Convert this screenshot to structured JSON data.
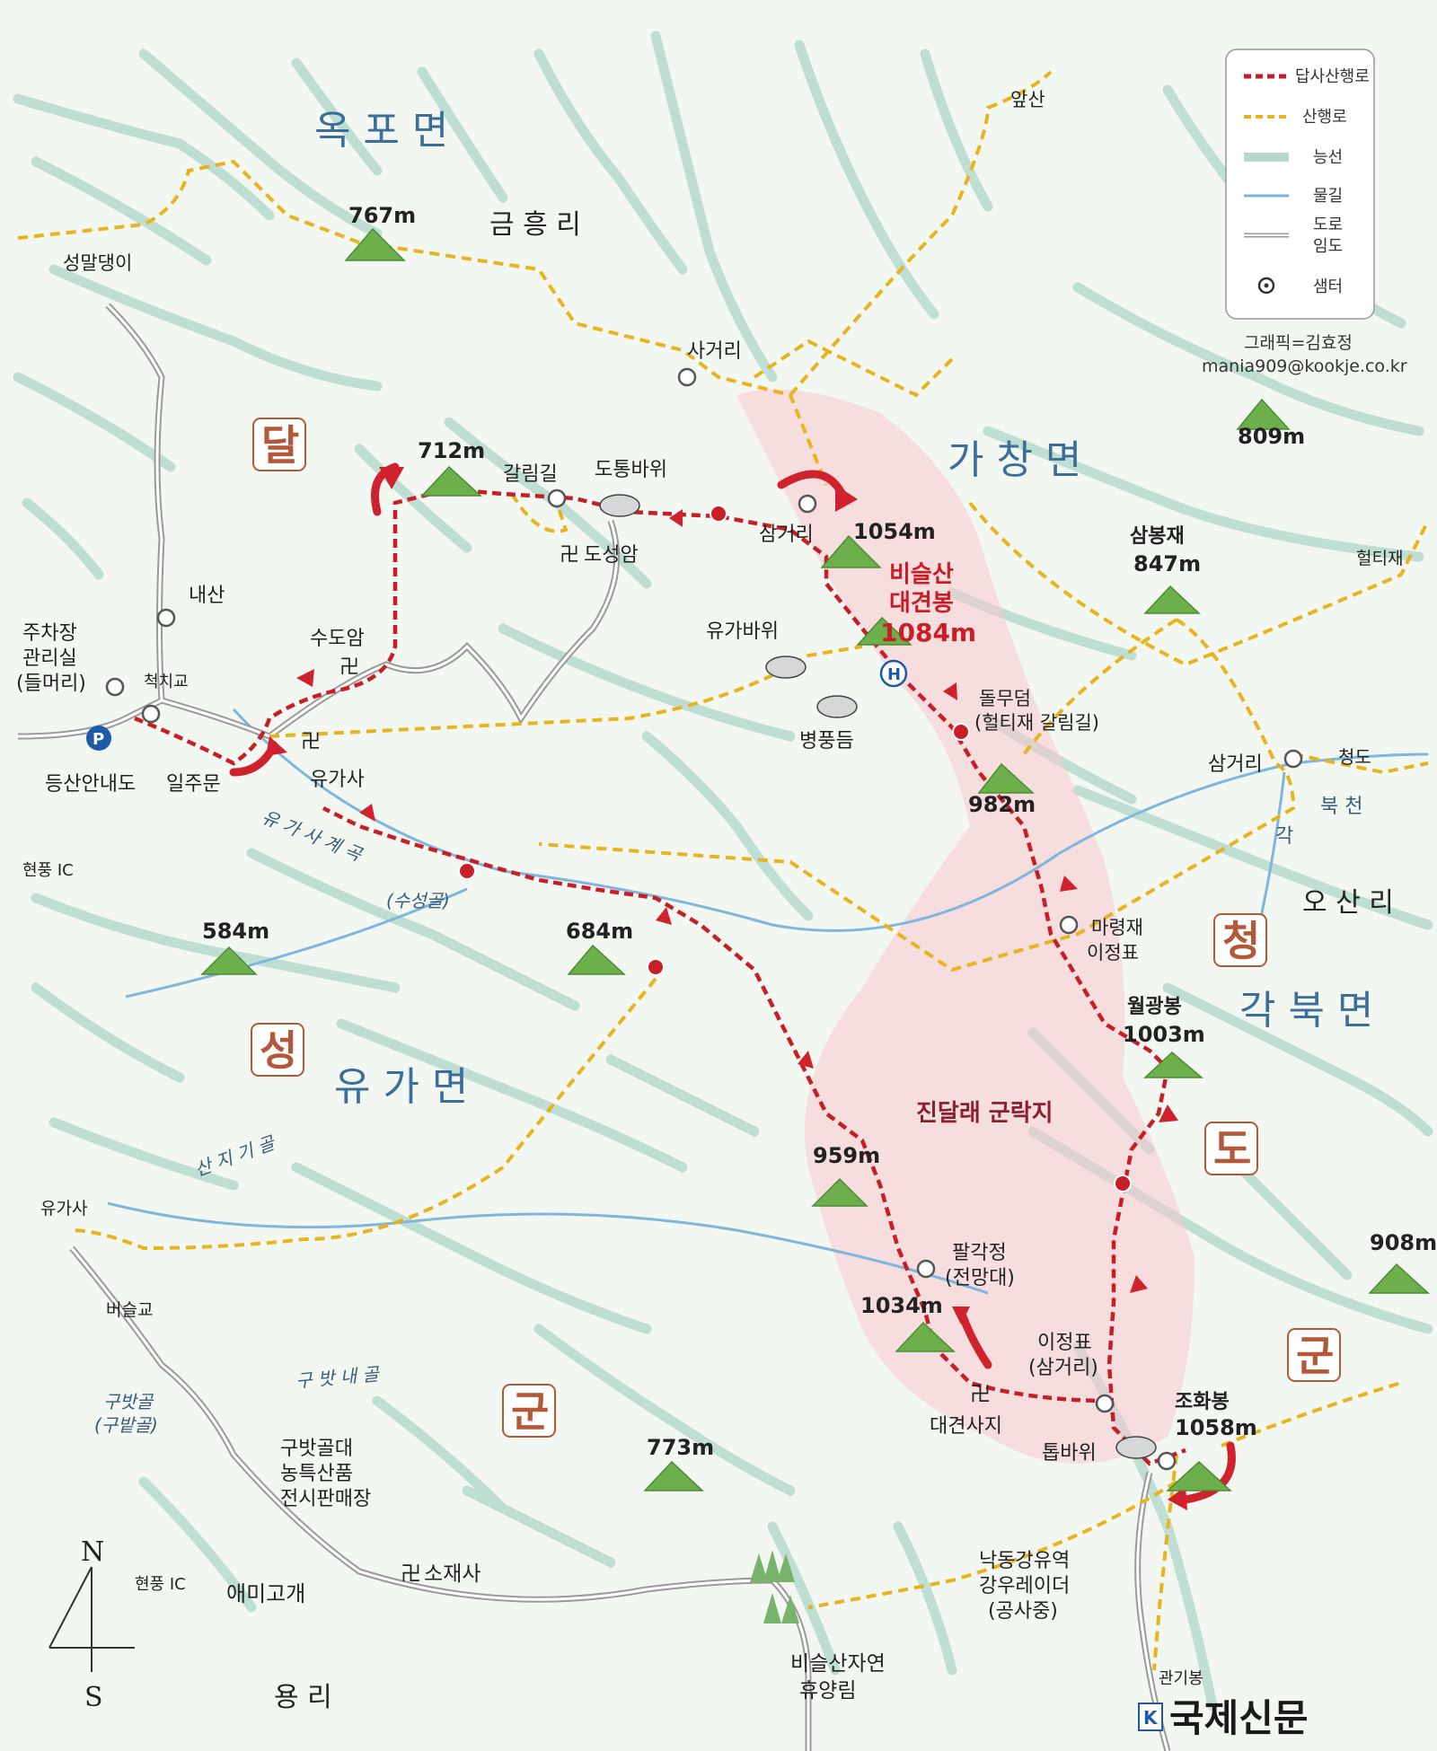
{
  "legend": {
    "items": [
      {
        "label": "답사산행로",
        "type": "red-dash",
        "color": "#c81e28"
      },
      {
        "label": "산행로",
        "type": "yellow-dash",
        "color": "#e8b41e"
      },
      {
        "label": "능선",
        "type": "ridge",
        "color": "#b8d8cc"
      },
      {
        "label": "물길",
        "type": "water",
        "color": "#7ab4dc"
      },
      {
        "label": "도로\n임도",
        "type": "road",
        "color": "#999999"
      },
      {
        "label": "샘터",
        "type": "spring",
        "color": "#333333"
      }
    ]
  },
  "credit": {
    "line1": "그래픽=김효정",
    "line2": "mania909@kookje.co.kr"
  },
  "brand": {
    "name": "국제신문",
    "logo_letter": "K"
  },
  "compass": {
    "north": "N",
    "south": "S"
  },
  "districts": {
    "okpo": "옥 포 면",
    "gachang": "가 창 면",
    "yuga": "유 가 면",
    "gakbuk": "각 북 면"
  },
  "regions": {
    "dal": "달",
    "seong": "성",
    "gun_left": "군",
    "cheong": "청",
    "do": "도",
    "gun_right": "군"
  },
  "villages": {
    "geumheung": "금 흥 리",
    "osan": "오 산 리",
    "yong": "용 리"
  },
  "peaks": [
    {
      "label": "767m",
      "sub": ""
    },
    {
      "label": "712m",
      "sub": ""
    },
    {
      "label": "1054m",
      "sub": ""
    },
    {
      "label": "809m",
      "sub": ""
    },
    {
      "label": "847m",
      "sub": "삼봉재"
    },
    {
      "label": "982m",
      "sub": ""
    },
    {
      "label": "584m",
      "sub": ""
    },
    {
      "label": "684m",
      "sub": ""
    },
    {
      "label": "1003m",
      "sub": "월광봉"
    },
    {
      "label": "959m",
      "sub": ""
    },
    {
      "label": "908m",
      "sub": ""
    },
    {
      "label": "1034m",
      "sub": ""
    },
    {
      "label": "1058m",
      "sub": "조화봉"
    },
    {
      "label": "773m",
      "sub": ""
    }
  ],
  "main_peak": {
    "line1": "비슬산",
    "line2": "대견봉",
    "line3": "1084m"
  },
  "azalea_area": "진달래 군락지",
  "places": {
    "seongmal": "성말댕이",
    "apsan": "앞산",
    "sageori": "사거리",
    "samgeori_top": "삼거리",
    "galrimgil": "갈림길",
    "dotongbawi": "도통바위",
    "doseongam": "도성암",
    "naesan": "내산",
    "parking": "주차장\n관리실\n(들머리)",
    "cheokchigyo": "척치교",
    "sudoam": "수도암",
    "yugabawi": "유가바위",
    "byeongpungdeum": "병풍듬",
    "dolmudeom": "돌무덤\n(헐티재 갈림길)",
    "heoltijae": "헐티재",
    "samgeori_right": "삼거리",
    "cheongdo": "청도",
    "bukcheon": "북  천",
    "gak": "각",
    "maryeongjae": "마령재\n이정표",
    "yugasa": "유가사",
    "deunsan": "등산안내도",
    "iljumun": "일주문",
    "hyeonpung_ic": "현풍 IC",
    "yugasa_left": "유가사",
    "beoseulgyo": "버슬교",
    "gubat": "구밧골\n(구밭골)",
    "gubat_market": "구밧골대\n농특산품\n전시판매장",
    "hyeonpung_ic2": "현풍 IC",
    "aemigogae": "애미고개",
    "sojaesa": "소재사",
    "forest": "비슬산자연\n휴양림",
    "palgakjeong": "팔각정\n(전망대)",
    "ijeongpyo": "이정표\n(삼거리)",
    "daegyeonsaji": "대견사지",
    "dolbawi": "톱바위",
    "raydar": "낙동강유역\n강우레이더\n(공사중)",
    "gwangibong": "관기봉"
  },
  "streams": {
    "yugasa_valley": "유 가 사 계 곡",
    "susonggol": "(수성골)",
    "sanjigigol": "산  지  기  골",
    "gubatnaegol": "구  밧  내  골"
  },
  "symbols": {
    "temple": "卍",
    "heli": "H",
    "parking": "P"
  }
}
